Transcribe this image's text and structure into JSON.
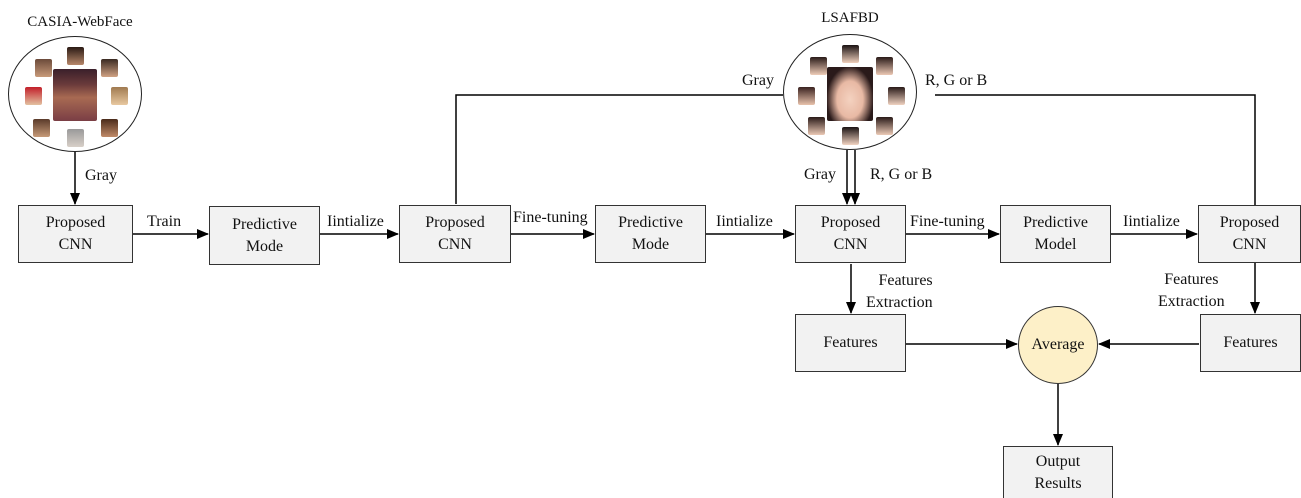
{
  "datasets": {
    "casia": {
      "title": "CASIA-WebFace"
    },
    "lsafbd": {
      "title": "LSAFBD"
    }
  },
  "boxes": {
    "cnn1": {
      "line1": "Proposed",
      "line2": "CNN"
    },
    "pred1": {
      "line1": "Predictive",
      "line2": "Mode"
    },
    "cnn2": {
      "line1": "Proposed",
      "line2": "CNN"
    },
    "pred2": {
      "line1": "Predictive",
      "line2": "Mode"
    },
    "cnn3": {
      "line1": "Proposed",
      "line2": "CNN"
    },
    "pred3": {
      "line1": "Predictive",
      "line2": "Model"
    },
    "cnn4": {
      "line1": "Proposed",
      "line2": "CNN"
    },
    "features_left": {
      "line1": "Features"
    },
    "features_right": {
      "line1": "Features"
    },
    "output": {
      "line1": "Output",
      "line2": "Results"
    }
  },
  "average": {
    "label": "Average"
  },
  "edge_labels": {
    "gray_casia": "Gray",
    "train": "Train",
    "init1": "Iintialize",
    "finetune1": "Fine-tuning",
    "init2": "Iintialize",
    "gray_top": "Gray",
    "rgb_top": "R, G or B",
    "gray_down": "Gray",
    "rgb_down": "R, G or B",
    "finetune2": "Fine-tuning",
    "init3": "Iintialize",
    "feat_extract_left": {
      "line1": "Features",
      "line2": "Extraction"
    },
    "feat_extract_right": {
      "line1": "Features",
      "line2": "Extraction"
    }
  },
  "colors": {
    "box_fill": "#f2f2f2",
    "average_fill": "#fdf0c8",
    "line": "#000000"
  }
}
